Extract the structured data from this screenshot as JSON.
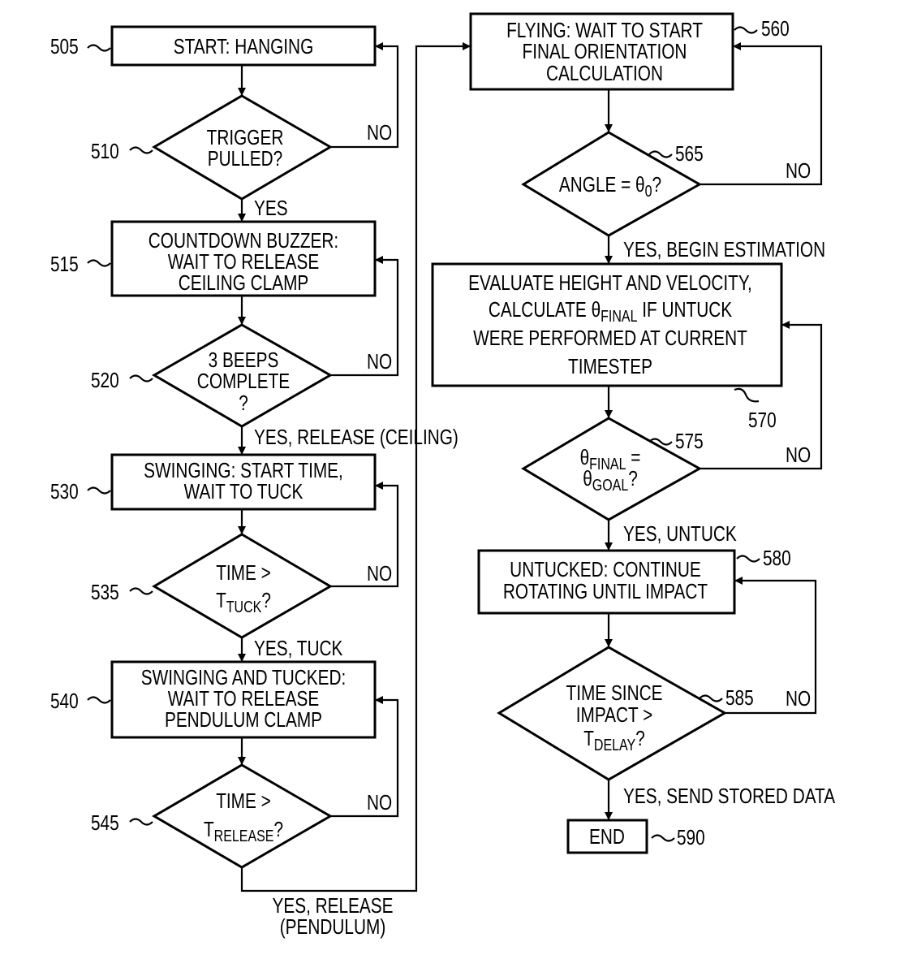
{
  "steps": {
    "s505": {
      "ref": "505",
      "lines": [
        "START: HANGING"
      ]
    },
    "s510": {
      "ref": "510",
      "lines": [
        "TRIGGER",
        "PULLED?"
      ],
      "no": "NO",
      "yes": "YES"
    },
    "s515": {
      "ref": "515",
      "lines": [
        "COUNTDOWN BUZZER:",
        "WAIT TO RELEASE",
        "CEILING CLAMP"
      ]
    },
    "s520": {
      "ref": "520",
      "lines": [
        "3 BEEPS",
        "COMPLETE",
        "?"
      ],
      "no": "NO",
      "yes": "YES, RELEASE (CEILING)"
    },
    "s530": {
      "ref": "530",
      "lines": [
        "SWINGING: START TIME,",
        "WAIT TO TUCK"
      ]
    },
    "s535": {
      "ref": "535",
      "line1": "TIME >",
      "var": "T",
      "sub": "TUCK",
      "tail": "?",
      "no": "NO",
      "yes": "YES, TUCK"
    },
    "s540": {
      "ref": "540",
      "lines": [
        "SWINGING AND TUCKED:",
        "WAIT TO RELEASE",
        "PENDULUM CLAMP"
      ]
    },
    "s545": {
      "ref": "545",
      "line1": "TIME >",
      "var": "T",
      "sub": "RELEASE",
      "tail": "?",
      "no": "NO",
      "yes": [
        "YES, RELEASE",
        "(PENDULUM)"
      ]
    },
    "s560": {
      "ref": "560",
      "lines": [
        "FLYING: WAIT TO START",
        "FINAL ORIENTATION",
        "CALCULATION"
      ]
    },
    "s565": {
      "ref": "565",
      "pre": "ANGLE = θ",
      "sub": "0",
      "tail": "?",
      "no": "NO",
      "yes": "YES, BEGIN ESTIMATION"
    },
    "s570": {
      "ref": "570",
      "line1": "EVALUATE HEIGHT AND VELOCITY,",
      "line2_pre": "CALCULATE θ",
      "line2_sub": "FINAL",
      "line2_post": " IF UNTUCK",
      "line3": "WERE PERFORMED AT CURRENT",
      "line4": "TIMESTEP"
    },
    "s575": {
      "ref": "575",
      "l1_pre": "θ",
      "l1_sub": "FINAL",
      "l1_post": " =",
      "l2_pre": "θ",
      "l2_sub": "GOAL",
      "l2_post": "?",
      "no": "NO",
      "yes": "YES, UNTUCK"
    },
    "s580": {
      "ref": "580",
      "lines": [
        "UNTUCKED: CONTINUE",
        "ROTATING UNTIL IMPACT"
      ]
    },
    "s585": {
      "ref": "585",
      "lines": [
        "TIME SINCE",
        "IMPACT >"
      ],
      "var": "T",
      "sub": "DELAY",
      "tail": "?",
      "no": "NO",
      "yes": "YES, SEND STORED DATA"
    },
    "s590": {
      "ref": "590",
      "lines": [
        "END"
      ]
    }
  }
}
